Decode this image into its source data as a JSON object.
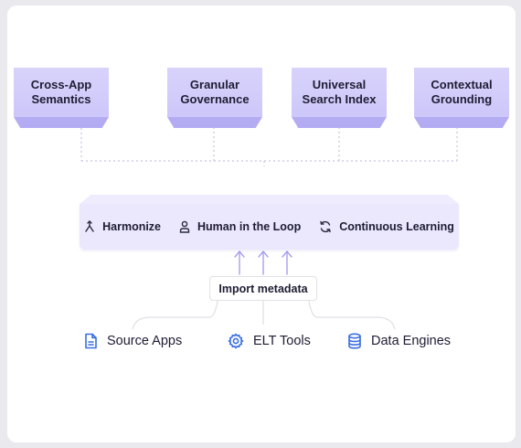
{
  "top_blocks": [
    {
      "line1": "Cross-App",
      "line2": "Semantics"
    },
    {
      "line1": "Granular",
      "line2": "Governance"
    },
    {
      "line1": "Universal",
      "line2": "Search Index"
    },
    {
      "line1": "Contextual",
      "line2": "Grounding"
    }
  ],
  "hub": {
    "items": [
      {
        "label": "Harmonize",
        "icon": "harmonize-icon"
      },
      {
        "label": "Human in the Loop",
        "icon": "person-icon"
      },
      {
        "label": "Continuous Learning",
        "icon": "refresh-icon"
      }
    ]
  },
  "import_label": "Import metadata",
  "sources": [
    {
      "label": "Source Apps",
      "icon": "document-icon"
    },
    {
      "label": "ELT Tools",
      "icon": "gear-icon"
    },
    {
      "label": "Data Engines",
      "icon": "database-icon"
    }
  ],
  "colors": {
    "block_face": "#cdc7fa",
    "block_base": "#b4acf3",
    "hub": "#ebe8fd",
    "connector": "#b7b0ef",
    "source_icon": "#3b6fe0"
  }
}
